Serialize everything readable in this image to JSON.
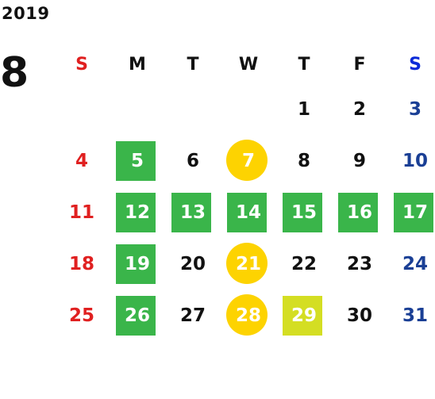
{
  "calendar": {
    "year": "2019",
    "month": "8",
    "weekdays": [
      "S",
      "M",
      "T",
      "W",
      "T",
      "F",
      "S"
    ],
    "weeks": [
      [
        "",
        "",
        "",
        "",
        "1",
        "2",
        "3"
      ],
      [
        "4",
        "5",
        "6",
        "7",
        "8",
        "9",
        "10"
      ],
      [
        "11",
        "12",
        "13",
        "14",
        "15",
        "16",
        "17"
      ],
      [
        "18",
        "19",
        "20",
        "21",
        "22",
        "23",
        "24"
      ],
      [
        "25",
        "26",
        "27",
        "28",
        "29",
        "30",
        "31"
      ]
    ],
    "highlight_colors": {
      "green_box": "#3ab54a",
      "yellow_circle": "#fdd301",
      "lime_box": "#d4de23",
      "sunday_text": "#e02020",
      "saturday_text": "#1a3f95"
    },
    "green_days": [
      "5",
      "12",
      "13",
      "14",
      "15",
      "16",
      "17",
      "19",
      "26"
    ],
    "yellow_circle_days": [
      "7",
      "21",
      "28"
    ],
    "lime_days": [
      "29"
    ]
  }
}
